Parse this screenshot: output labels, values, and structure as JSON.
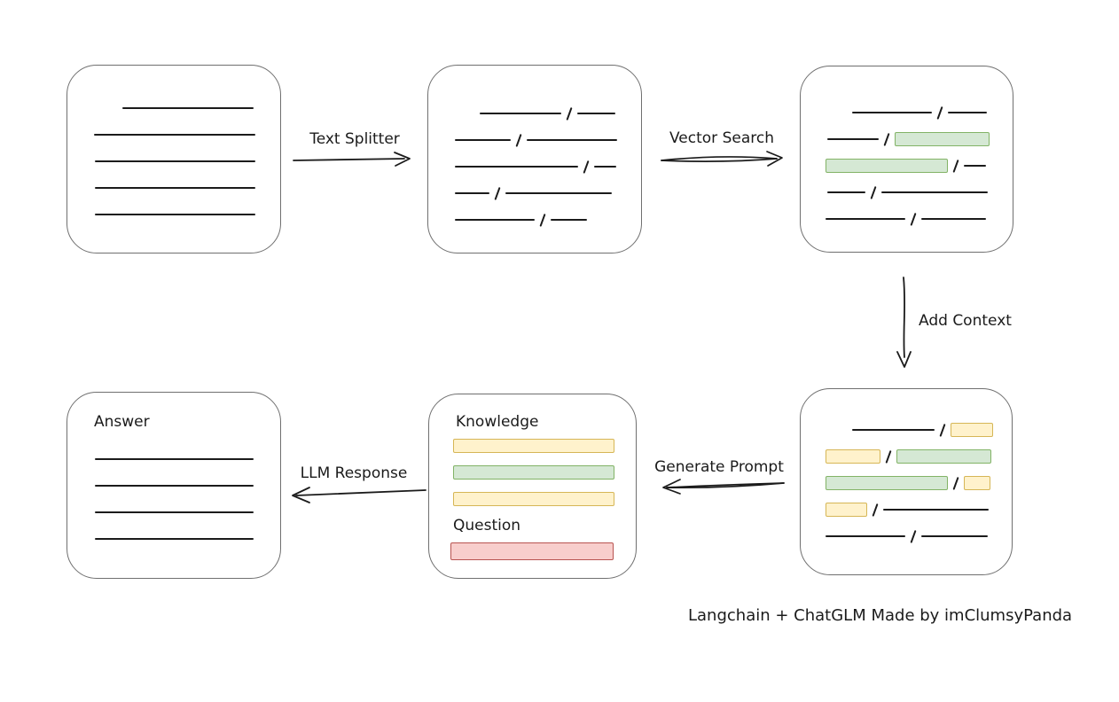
{
  "caption": "Langchain + ChatGLM Made by imClumsyPanda",
  "labels": {
    "text_splitter": "Text Splitter",
    "vector_search": "Vector Search",
    "add_context": "Add Context",
    "generate_prompt": "Generate Prompt",
    "llm_response": "LLM Response"
  },
  "colors": {
    "green_fill": "#d5e8d4",
    "green_stroke": "#82b366",
    "yellow_fill": "#fff2cc",
    "yellow_stroke": "#d6b656",
    "red_fill": "#f8cecc",
    "red_stroke": "#b85450",
    "box_border": "#6f6f6f",
    "ink": "#1b1b1b"
  },
  "boxes": {
    "source_document": {
      "rows": [
        {
          "ind": 62,
          "segs": [
            {
              "t": "line",
              "w": 148
            }
          ]
        },
        {
          "ind": 30,
          "segs": [
            {
              "t": "line",
              "w": 182
            }
          ]
        },
        {
          "ind": 31,
          "segs": [
            {
              "t": "line",
              "w": 181
            }
          ]
        },
        {
          "ind": 31,
          "segs": [
            {
              "t": "line",
              "w": 181
            }
          ]
        },
        {
          "ind": 31,
          "segs": [
            {
              "t": "line",
              "w": 181
            }
          ]
        }
      ]
    },
    "split_chunks": {
      "rows": [
        {
          "ind": 58,
          "segs": [
            {
              "t": "line",
              "w": 92
            },
            {
              "t": "slash"
            },
            {
              "t": "line",
              "w": 43
            }
          ]
        },
        {
          "ind": 30,
          "segs": [
            {
              "t": "line",
              "w": 63
            },
            {
              "t": "slash"
            },
            {
              "t": "line",
              "w": 102
            }
          ]
        },
        {
          "ind": 30,
          "segs": [
            {
              "t": "line",
              "w": 139
            },
            {
              "t": "slash"
            },
            {
              "t": "line",
              "w": 25
            }
          ]
        },
        {
          "ind": 30,
          "segs": [
            {
              "t": "line",
              "w": 39
            },
            {
              "t": "slash"
            },
            {
              "t": "line",
              "w": 120
            }
          ]
        },
        {
          "ind": 30,
          "segs": [
            {
              "t": "line",
              "w": 90
            },
            {
              "t": "slash"
            },
            {
              "t": "line",
              "w": 41
            }
          ]
        }
      ]
    },
    "matched_chunks": {
      "rows": [
        {
          "ind": 58,
          "segs": [
            {
              "t": "line",
              "w": 90
            },
            {
              "t": "slash"
            },
            {
              "t": "line",
              "w": 44
            }
          ]
        },
        {
          "ind": 30,
          "segs": [
            {
              "t": "line",
              "w": 58
            },
            {
              "t": "slash"
            },
            {
              "t": "bar",
              "c": "green",
              "w": 107
            }
          ]
        },
        {
          "ind": 28,
          "segs": [
            {
              "t": "bar",
              "c": "green",
              "w": 138
            },
            {
              "t": "slash"
            },
            {
              "t": "line",
              "w": 25
            }
          ]
        },
        {
          "ind": 30,
          "segs": [
            {
              "t": "line",
              "w": 43
            },
            {
              "t": "slash"
            },
            {
              "t": "line",
              "w": 120
            }
          ]
        },
        {
          "ind": 28,
          "segs": [
            {
              "t": "line",
              "w": 90
            },
            {
              "t": "slash"
            },
            {
              "t": "line",
              "w": 73
            }
          ]
        }
      ]
    },
    "context_chunks": {
      "rows": [
        {
          "ind": 58,
          "segs": [
            {
              "t": "line",
              "w": 93
            },
            {
              "t": "slash"
            },
            {
              "t": "bar",
              "c": "yellow",
              "w": 48
            }
          ]
        },
        {
          "ind": 28,
          "segs": [
            {
              "t": "bar",
              "c": "yellow",
              "w": 62
            },
            {
              "t": "slash"
            },
            {
              "t": "bar",
              "c": "green",
              "w": 107
            }
          ]
        },
        {
          "ind": 28,
          "segs": [
            {
              "t": "bar",
              "c": "green",
              "w": 138
            },
            {
              "t": "slash"
            },
            {
              "t": "bar",
              "c": "yellow",
              "w": 30
            }
          ]
        },
        {
          "ind": 28,
          "segs": [
            {
              "t": "bar",
              "c": "yellow",
              "w": 47
            },
            {
              "t": "slash"
            },
            {
              "t": "line",
              "w": 119
            }
          ]
        },
        {
          "ind": 28,
          "segs": [
            {
              "t": "line",
              "w": 90
            },
            {
              "t": "slash"
            },
            {
              "t": "line",
              "w": 75
            }
          ]
        }
      ]
    },
    "prompt": {
      "knowledge_label": "Knowledge",
      "question_label": "Question",
      "knowledge_bars": [
        "yellow",
        "green",
        "yellow"
      ],
      "question_bar": "red"
    },
    "answer": {
      "label": "Answer",
      "rows": [
        {
          "ind": 31,
          "segs": [
            {
              "t": "line",
              "w": 179
            }
          ]
        },
        {
          "ind": 31,
          "segs": [
            {
              "t": "line",
              "w": 179
            }
          ]
        },
        {
          "ind": 31,
          "segs": [
            {
              "t": "line",
              "w": 179
            }
          ]
        },
        {
          "ind": 31,
          "segs": [
            {
              "t": "line",
              "w": 179
            }
          ]
        }
      ]
    }
  }
}
